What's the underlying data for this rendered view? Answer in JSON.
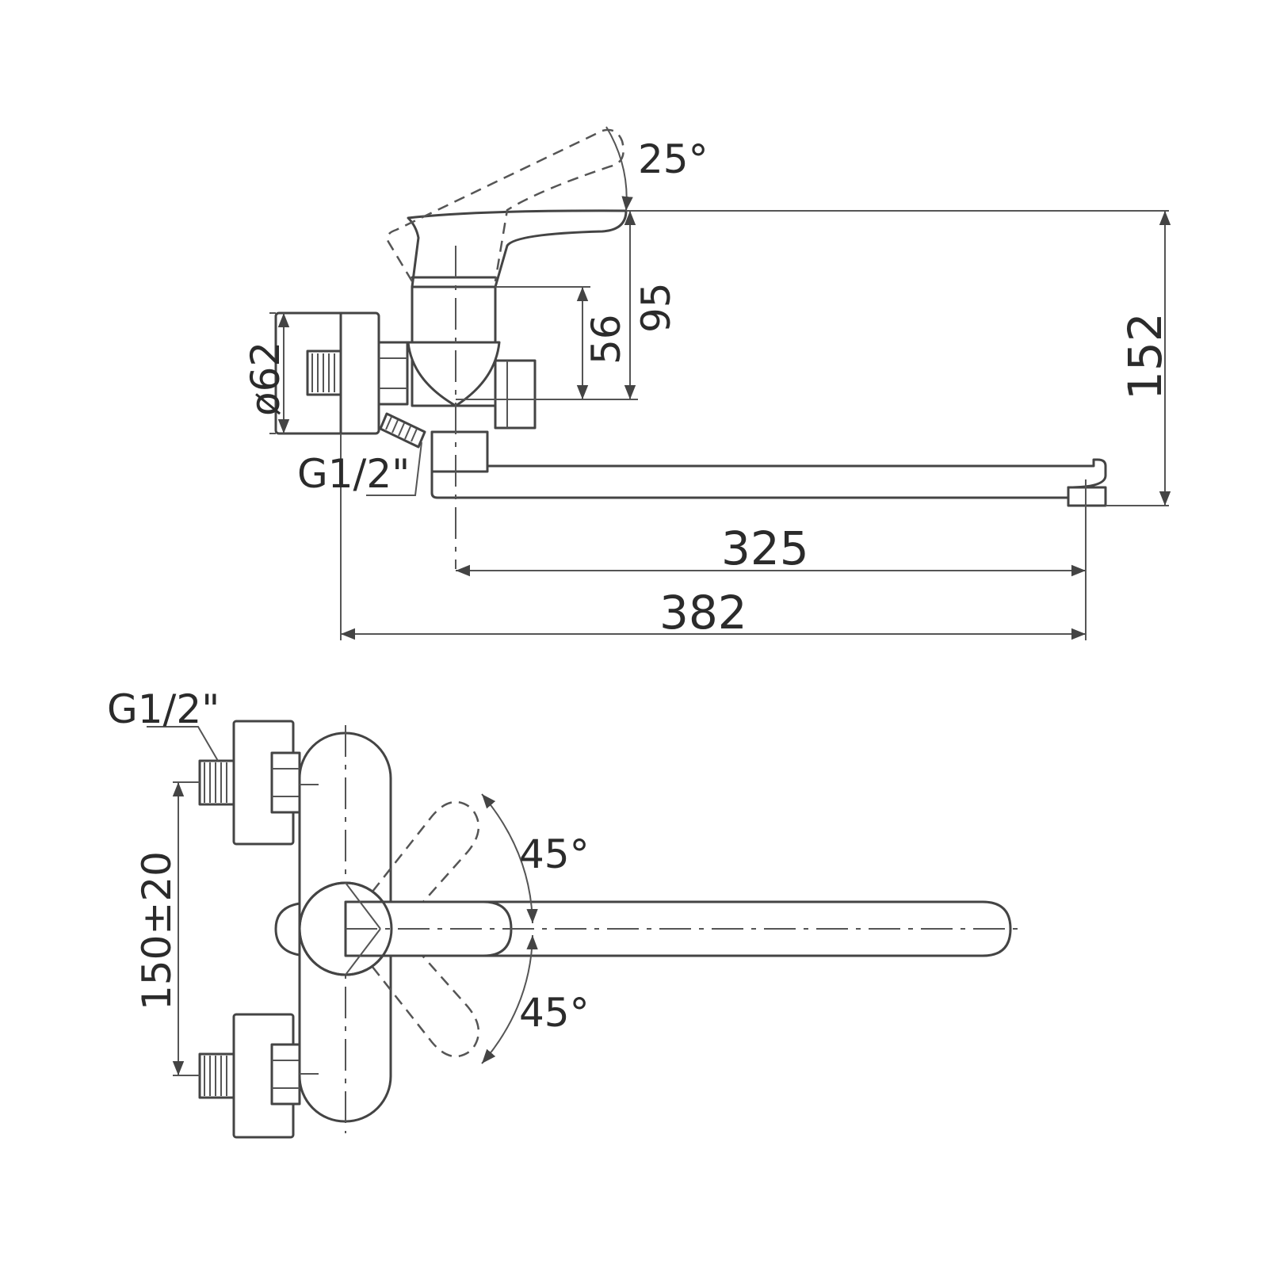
{
  "side_view": {
    "lever_angle": "25°",
    "height_to_lever": "95",
    "body_height": "56",
    "total_height": "152",
    "flange_diameter": "ø62",
    "inlet_thread": "G1/2\"",
    "spout_reach": "325",
    "overall_length": "382"
  },
  "top_view": {
    "inlet_thread": "G1/2\"",
    "inlet_spacing": "150±20",
    "swivel_angle_up": "45°",
    "swivel_angle_down": "45°"
  }
}
